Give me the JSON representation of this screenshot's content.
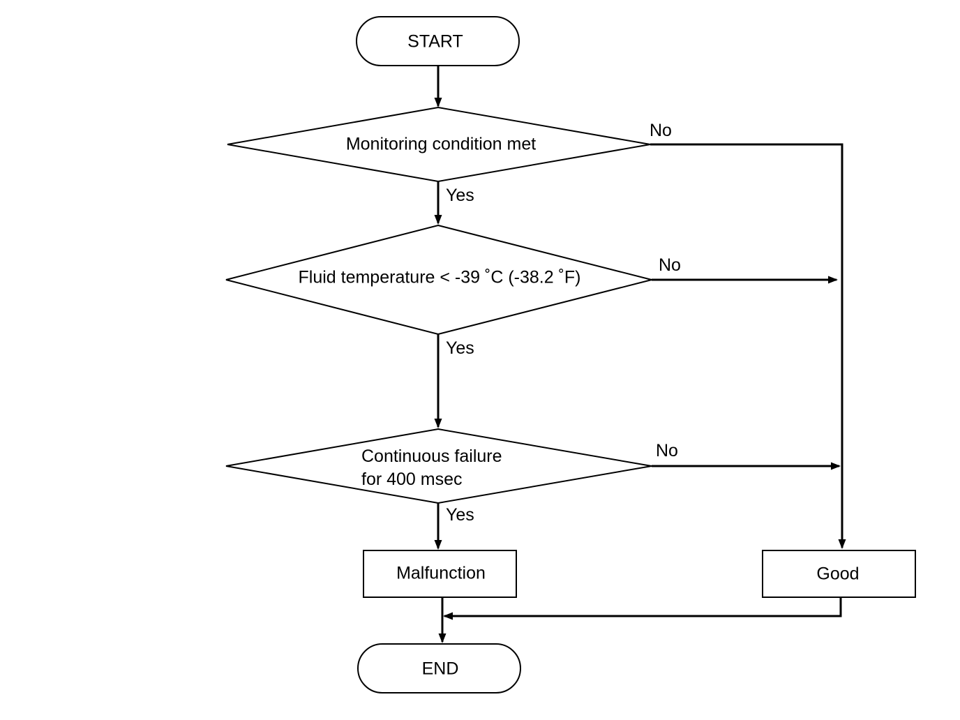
{
  "flowchart": {
    "start_label": "START",
    "end_label": "END",
    "decision_1": {
      "label": "Monitoring condition met",
      "yes_label": "Yes",
      "no_label": "No"
    },
    "decision_2": {
      "label": "Fluid temperature < -39 ˚C (-38.2 ˚F)",
      "yes_label": "Yes",
      "no_label": "No"
    },
    "decision_3": {
      "label_line_1": "Continuous failure",
      "label_line_2": "for 400 msec",
      "yes_label": "Yes",
      "no_label": "No"
    },
    "malfunction_label": "Malfunction",
    "good_label": "Good"
  },
  "colors": {
    "stroke": "#000000",
    "fill": "#ffffff"
  }
}
